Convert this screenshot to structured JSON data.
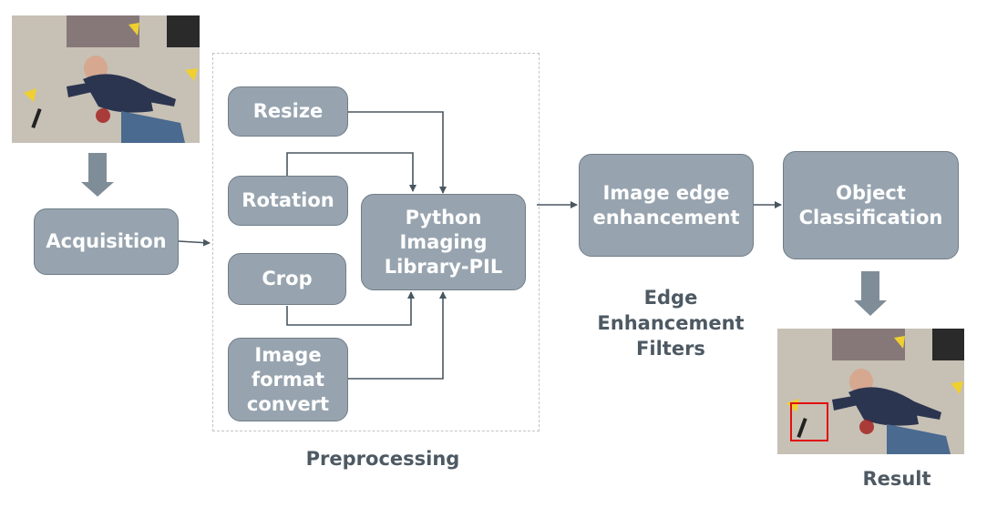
{
  "nodes": {
    "acquisition": "Acquisition",
    "resize": "Resize",
    "rotation": "Rotation",
    "crop": "Crop",
    "image_format_convert": [
      "Image",
      "format",
      "convert"
    ],
    "pil": [
      "Python",
      "Imaging",
      "Library-PIL"
    ],
    "edge_enhancement": [
      "Image edge",
      "enhancement"
    ],
    "object_classification": [
      "Object",
      "Classification"
    ]
  },
  "captions": {
    "preprocessing": "Preprocessing",
    "edge_filters": [
      "Edge",
      "Enhancement",
      "Filters"
    ],
    "result": "Result"
  },
  "colors": {
    "box_fill": "#97a4af",
    "box_border": "#6f7d88",
    "arrow": "#4a5660",
    "block_arrow": "#7f8d98",
    "caption": "#4d5963",
    "detection_box": "#e01010"
  },
  "images": {
    "input": "crime-scene-photo",
    "output": "crime-scene-photo-with-detection"
  }
}
